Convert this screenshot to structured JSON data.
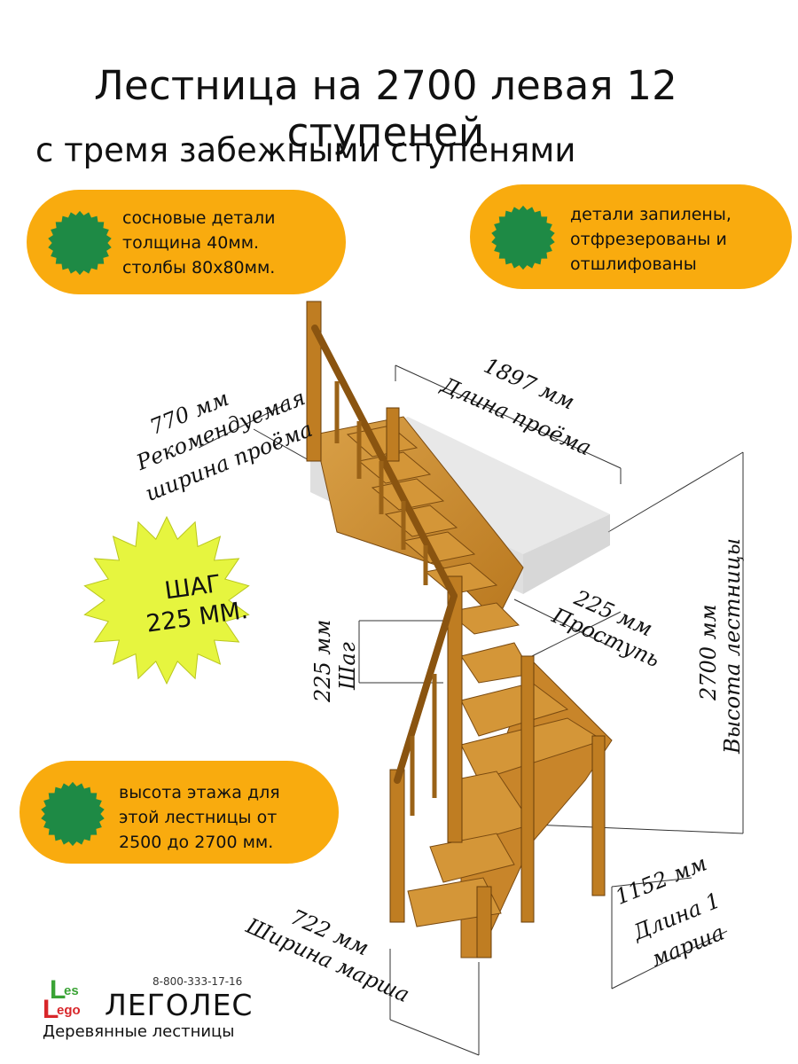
{
  "header": {
    "title_line1": "Лестница на 2700 левая 12 ступеней",
    "title_line2": "с  тремя забежными ступенями"
  },
  "badges": {
    "top_left": [
      "сосновые детали",
      "толщина 40мм.",
      "столбы 80х80мм."
    ],
    "top_right": [
      "детали запилены,",
      "отфрезерованы и",
      "отшлифованы"
    ],
    "bottom_left": [
      "высота этажа для",
      "этой лестницы от",
      "2500 до 2700 мм."
    ]
  },
  "step_burst": {
    "line1": "ШАГ",
    "line2": "225 ММ."
  },
  "dimensions": {
    "opening_width_value": "770 мм",
    "opening_width_label1": "Рекомендуемая",
    "opening_width_label2": "ширина проёма",
    "opening_length_value": "1897 мм",
    "opening_length_label": "Длина проёма",
    "tread_value": "225 мм",
    "tread_label": "Проступь",
    "step_value": "225 мм",
    "step_label": "Шаг",
    "height_value": "2700 мм",
    "height_label": "Высота лестницы",
    "march_length_value": "1152 мм",
    "march_length_label1": "Длина 1",
    "march_length_label2": "марша",
    "march_width_value": "722 мм",
    "march_width_label": "Ширина марша"
  },
  "brand": {
    "logo_letters": [
      "L",
      "es",
      "L",
      "ego"
    ],
    "phone": "8-800-333-17-16",
    "name": "ЛЕГОЛЕС",
    "tagline": "Деревянные лестницы"
  },
  "colors": {
    "badge_bg": "#f9ab0e",
    "badge_circle": "#1e8a45",
    "burst": "#e6f53f",
    "wood": "#c98a2c",
    "wood_dark": "#8a5410",
    "logo_green": "#3aa335",
    "logo_red": "#d8262a"
  }
}
